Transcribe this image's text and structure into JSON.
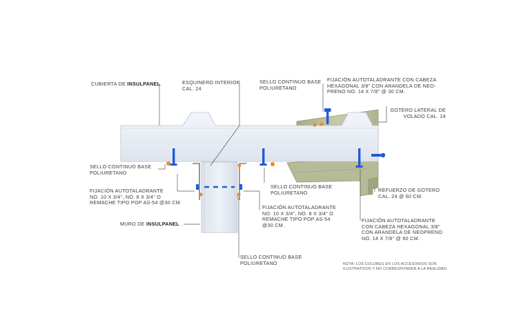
{
  "labels": {
    "cubierta": {
      "prefix": "CUBIERTA DE ",
      "brand": "INSULPANEL",
      "suffix": "."
    },
    "esquinero": {
      "line1": "ESQUINERO INTERIOR",
      "line2": "CAL. 24"
    },
    "sello_top": {
      "line1": "SELLO CONTINUO BASE",
      "line2": "POLIURETANO"
    },
    "fijacion_top": {
      "line1": "FIJACIÓN AUTOTALADRANTE CON CABEZA",
      "line2": "HEXAGONAL 3/8\" CON ARANDELA DE NEO-",
      "line3": "PRENO NO. 14 X 7/8\" @ 30 CM."
    },
    "gotero": {
      "line1": "GOTERO LATERAL DE",
      "line2": "VOLADO CAL. 24"
    },
    "sello_left": {
      "line1": "SELLO CONTINUO BASE",
      "line2": "POLIURETANO"
    },
    "fijacion_left": {
      "line1": "FIJACIÓN AUTOTALADRANTE",
      "line2": "No. 10 x 3/4\", No. 8 x 3/4\" O",
      "line3": "REMACHE TIPO POP AS-54 @30 CM."
    },
    "sello_mid": {
      "line1": "SELLO CONTINUO BASE",
      "line2": "POLIURETANO"
    },
    "fijacion_mid": {
      "line1": "FIJACIÓN AUTOTALADRANTE",
      "line2": "No. 10 x 3/4\", No. 8 x 3/4\" O",
      "line3": "REMACHE TIPO POP AS-54",
      "line4": "@30 CM."
    },
    "refuerzo": {
      "line1": "REFUERZO DE GOTERO",
      "line2": "CAL. 24 @ 60 CM."
    },
    "fijacion_right": {
      "line1": "FIJACIÓN AUTOTALADRANTE",
      "line2": "CON CABEZA HEXAGONAL 3/8\"",
      "line3": "CON ARANDELA DE NEOPRENO",
      "line4": "NO. 14 X 7/8\" @ 60 CM."
    },
    "muro": {
      "prefix": "MURO DE ",
      "brand": "INSULPANEL",
      "suffix": " ."
    },
    "sello_bottom": {
      "line1": "SELLO CONTINUO BASE",
      "line2": "POLIURETANO"
    },
    "nota": {
      "line1": "NOTA: LOS COLORES EN LOS ACCESORIOS SON",
      "line2": "ILUSTRATIVOS Y NO CORRESPONDEN A LA REALIDAD."
    }
  },
  "colors": {
    "panel_face": "#e9eef6",
    "panel_edge": "#b9c2ce",
    "gotero": "#b9bc9a",
    "fastener": "#1f5bd6",
    "sealant": "#f08a1c",
    "leader": "#555555"
  }
}
